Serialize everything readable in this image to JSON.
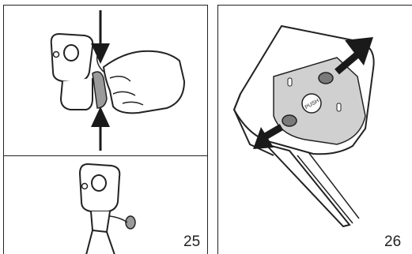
{
  "figures": [
    {
      "number": "25"
    },
    {
      "number": "26"
    }
  ],
  "panel3": {
    "button_label": "PUSH"
  },
  "colors": {
    "line": "#222222",
    "shade": "#d0d0d0",
    "arrow": "#1a1a1a"
  }
}
